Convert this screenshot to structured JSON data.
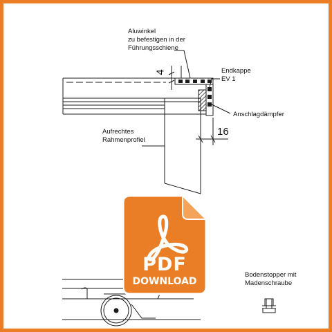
{
  "colors": {
    "border": "#ea7e26",
    "badge_fill": "#ea7e26",
    "line": "#1a1a1a",
    "white": "#ffffff"
  },
  "labels": {
    "aluwinkel": [
      "Aluwinkel",
      "zu befestigen in der",
      "Führungsschiene"
    ],
    "endkappe": [
      "Endkappe",
      "EV 1"
    ],
    "anschlag": "Anschlagdämpfer",
    "rahmen": [
      "Aufrechtes",
      "Rahmenprofiel"
    ],
    "boden": [
      "Bodenstopper mit",
      "Madenschraube"
    ]
  },
  "dimensions": {
    "vertical": "4",
    "horizontal": "16"
  },
  "badge": {
    "title": "PDF",
    "subtitle": "DOWNLOAD",
    "icon": "acrobat-icon"
  }
}
